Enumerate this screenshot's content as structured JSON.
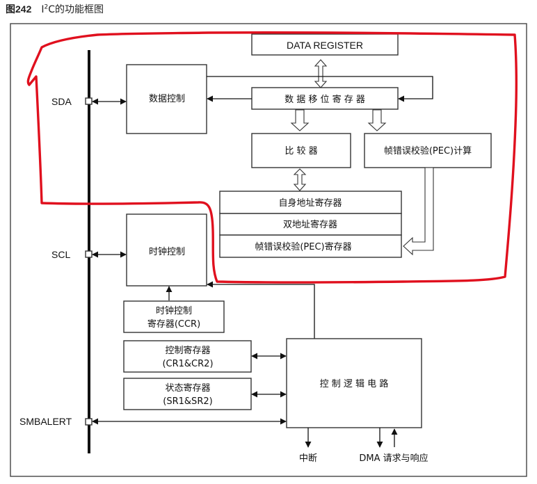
{
  "caption": {
    "number": "图242",
    "i": "I",
    "sup": "2",
    "rest": "C的功能框图"
  },
  "pins": {
    "sda": "SDA",
    "scl": "SCL",
    "smbalert": "SMBALERT"
  },
  "blocks": {
    "data_register": "DATA REGISTER",
    "data_control": "数据控制",
    "shift_register": "数 据 移 位 寄 存 器",
    "comparator": "比 较 器",
    "pec_calc": "帧错误校验(PEC)计算",
    "own_address": "自身地址寄存器",
    "dual_address": "双地址寄存器",
    "pec_register": "帧错误校验(PEC)寄存器",
    "clock_control": "时钟控制",
    "ccr_line1": "时钟控制",
    "ccr_line2": "寄存器(CCR)",
    "cr_line1": "控制寄存器",
    "cr_line2": "(CR1&CR2)",
    "sr_line1": "状态寄存器",
    "sr_line2": "(SR1&SR2)",
    "control_logic": "控 制 逻 辑 电 路"
  },
  "outputs": {
    "interrupt": "中断",
    "dma": "DMA 请求与响应"
  },
  "colors": {
    "highlight": "#e0101e",
    "line": "#111111",
    "box_border": "#333333"
  }
}
